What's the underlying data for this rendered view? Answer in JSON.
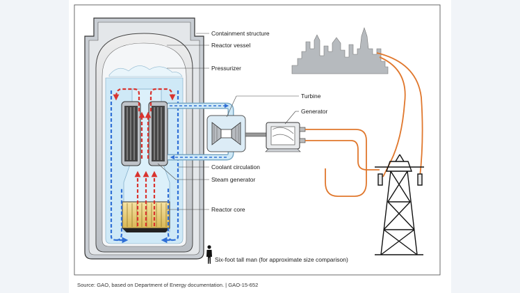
{
  "labels": {
    "containment": "Containment structure",
    "reactor_vessel": "Reactor vessel",
    "pressurizer": "Pressurizer",
    "turbine": "Turbine",
    "generator": "Generator",
    "coolant": "Coolant circulation",
    "steam_generator": "Steam generator",
    "reactor_core": "Reactor core",
    "person": "Six-foot tall man (for approximate size comparison)"
  },
  "source": "Source: GAO, based on Department of Energy documentation.  |  GAO-15-652",
  "colors": {
    "hot_flow": "#d9332e",
    "cold_flow": "#2f6fd6",
    "transmission_line": "#e0772c",
    "coolant_water": "#cfe9f7",
    "vessel_gray": "#c9cdd2",
    "core_yellow": "#f0d070"
  },
  "icons": [
    "city-skyline-icon",
    "transmission-tower-icon",
    "person-icon",
    "turbine-icon",
    "generator-icon"
  ]
}
